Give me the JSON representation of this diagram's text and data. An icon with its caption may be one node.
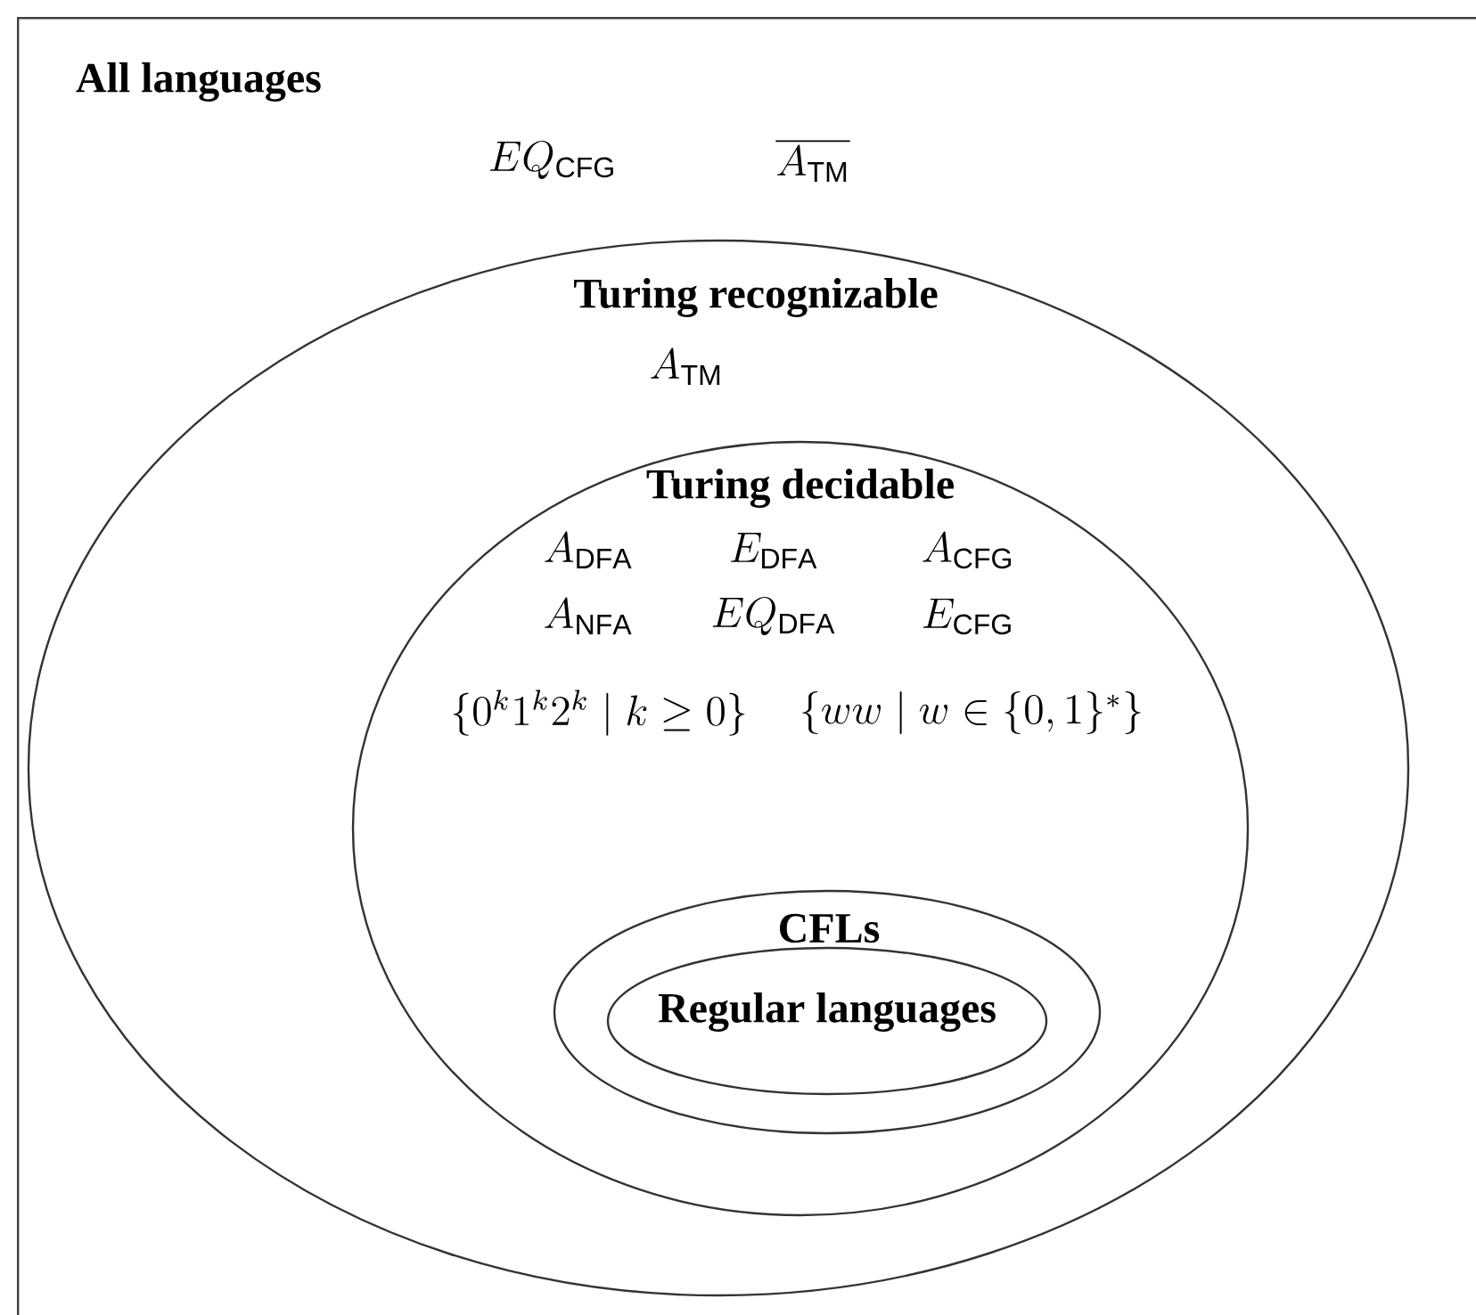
{
  "diagram": {
    "nodes": [
      {
        "text": [
          "All languages",
          "EQ_{\\mathsf{CFG}}",
          "\\overline{A_{\\mathsf{TM}}}"
        ]
      },
      {
        "text": [
          "Turing recognizable",
          "A_{\\mathsf{TM}}"
        ],
        "in": 0
      },
      {
        "text": [
          "Turing decidable",
          "A_{\\mathsf{DFA}}",
          "E_{\\mathsf{DFA}}",
          "A_{\\mathsf{CFG}}",
          "A_{\\mathsf{NFA}}",
          "EQ_{\\mathsf{DFA}}",
          "E_{\\mathsf{CFG}}",
          "\\{0^k1^k2^k \\mid k \\geq 0\\}",
          "\\{ww \\mid w \\in \\{0,1\\}^*\\}"
        ],
        "in": 1
      },
      {
        "text": [
          "CFLs"
        ],
        "in": 2
      },
      {
        "text": [
          "Regular languages"
        ],
        "in": 3
      }
    ]
  }
}
